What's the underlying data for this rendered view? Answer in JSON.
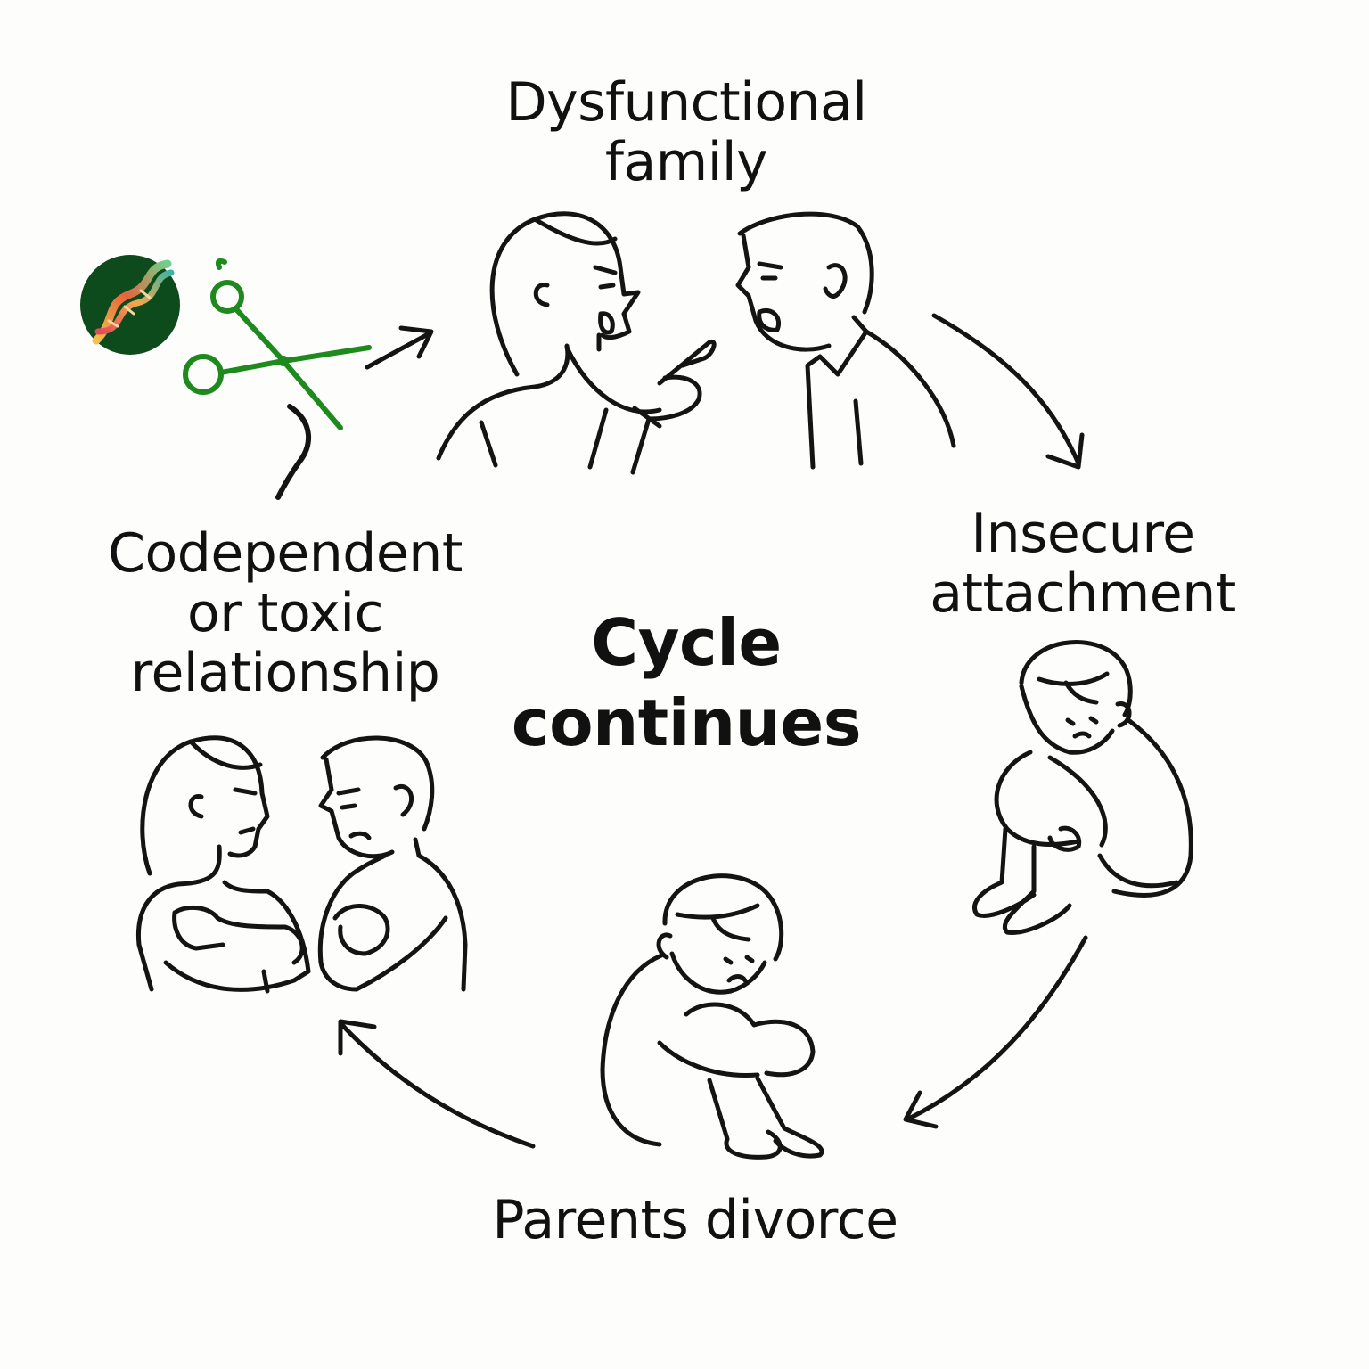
{
  "diagram": {
    "type": "cycle",
    "center_label": [
      "Cycle",
      "continues"
    ],
    "stages": [
      {
        "id": "dysfunctional-family",
        "label": [
          "Dysfunctional",
          "family"
        ]
      },
      {
        "id": "insecure-attachment",
        "label": [
          "Insecure",
          "attachment"
        ]
      },
      {
        "id": "parents-divorce",
        "label": [
          "Parents divorce"
        ]
      },
      {
        "id": "codependent-relationship",
        "label": [
          "Codependent",
          "or toxic",
          "relationship"
        ]
      }
    ],
    "icons": [
      "dna-logo-icon",
      "scissors-icon"
    ],
    "colors": {
      "ink": "#141414",
      "scissors": "#1e8a1e",
      "logo_bg": "#0d4a1c"
    }
  }
}
